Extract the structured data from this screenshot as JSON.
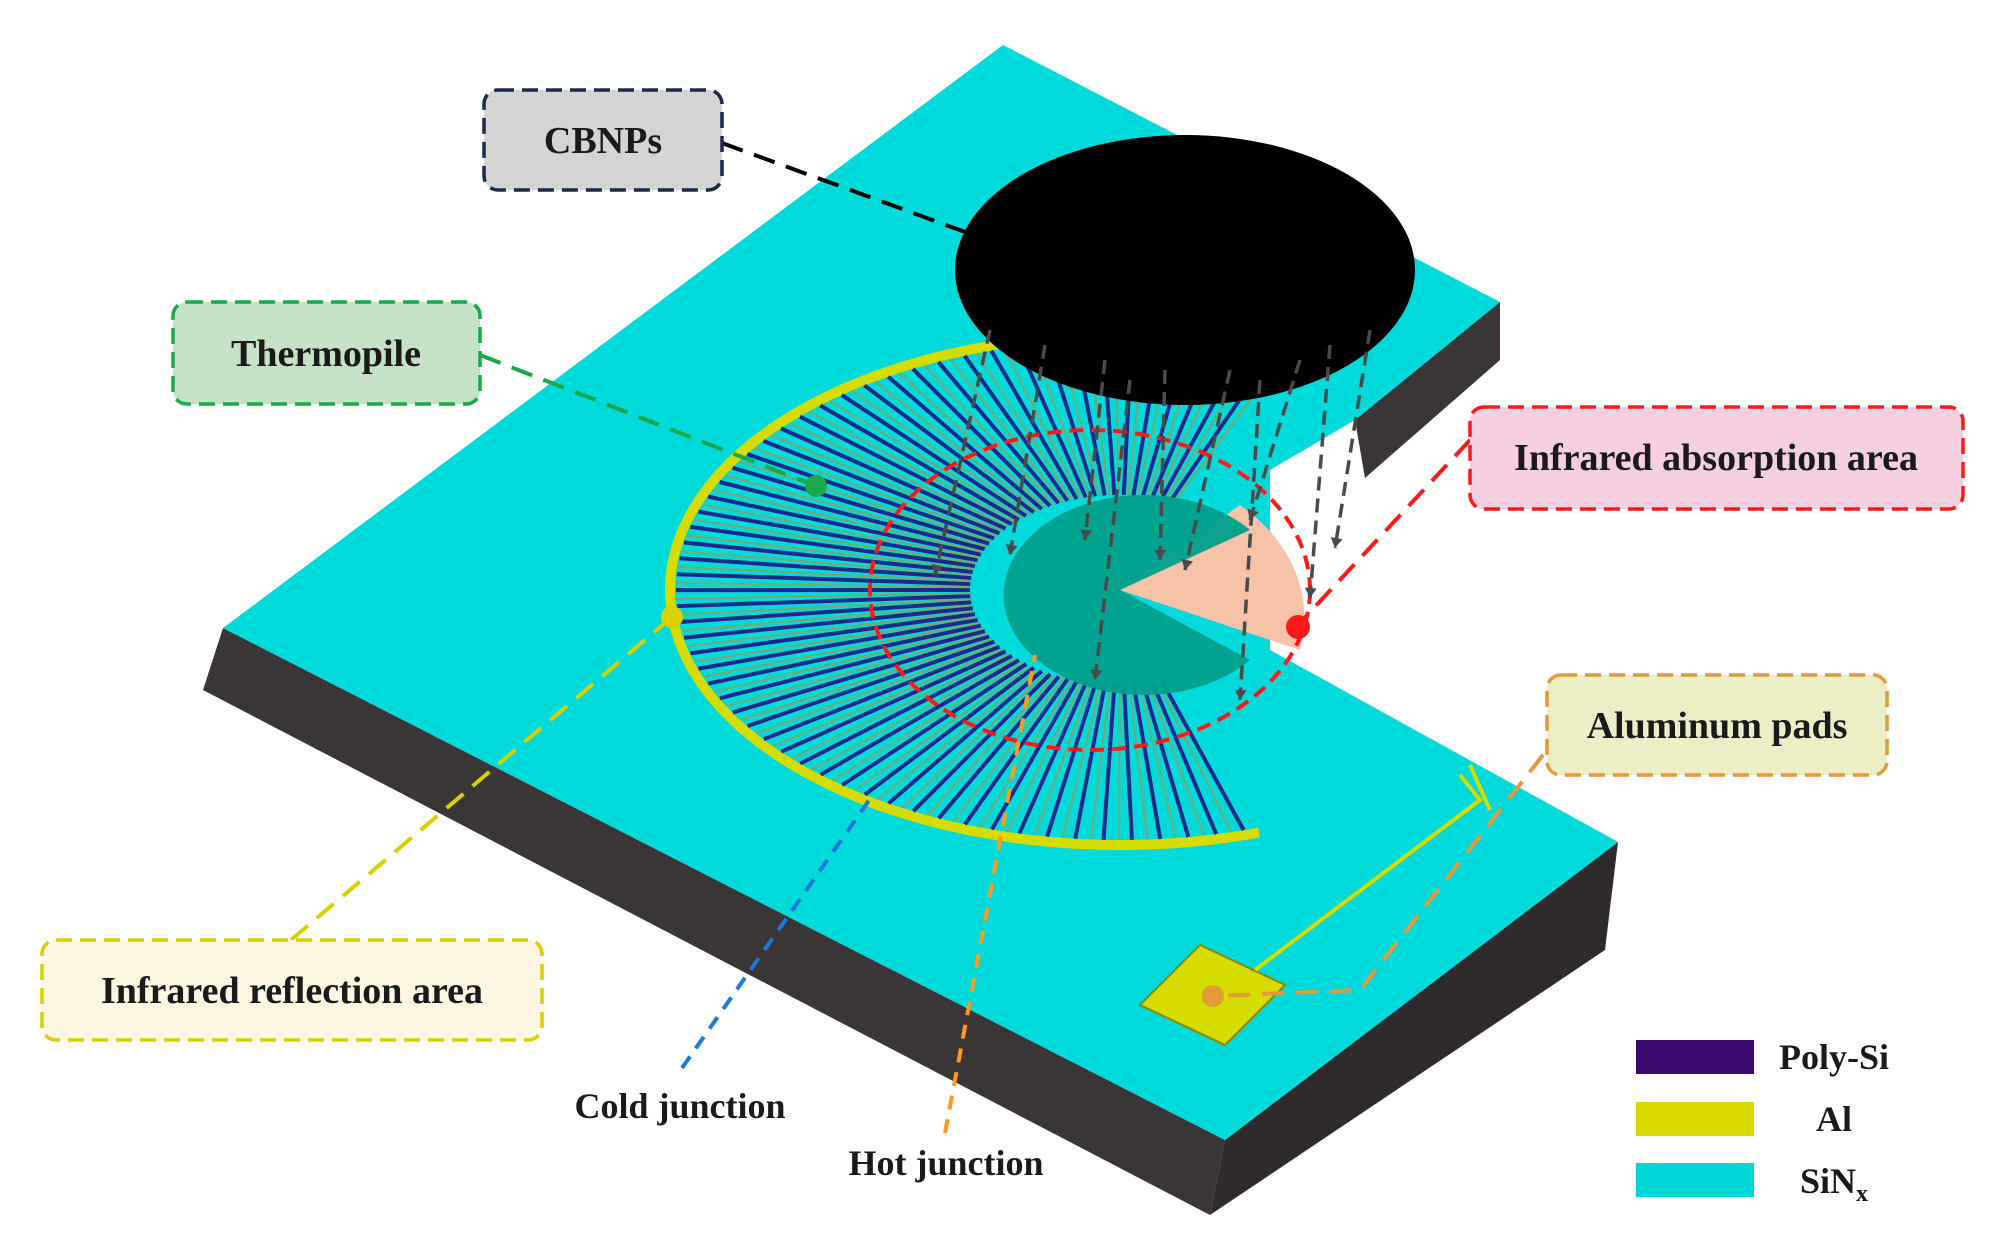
{
  "callouts": {
    "cbnps": "CBNPs",
    "thermopile": "Thermopile",
    "infrared_absorption_area": "Infrared absorption area",
    "aluminum_pads": "Aluminum pads",
    "infrared_reflection_area": "Infrared reflection area",
    "cold_junction": "Cold junction",
    "hot_junction": "Hot junction"
  },
  "legend": {
    "items": [
      {
        "label": "Poly-Si",
        "color": "#3b0a6e"
      },
      {
        "label": "Al",
        "color": "#d9d900"
      },
      {
        "label": "SiN",
        "subscript": "x",
        "color": "#00d8d8"
      }
    ]
  },
  "colors": {
    "substrate_top": "#00dada",
    "substrate_side": "#3a3638",
    "cbnps": "#000000",
    "absorption_area": "#f7c3a8",
    "center_disk": "#00a08c",
    "poly_si_strip": "#1a2a8a",
    "al_strip": "#7aa86a",
    "al_ring": "#d6dc00"
  }
}
